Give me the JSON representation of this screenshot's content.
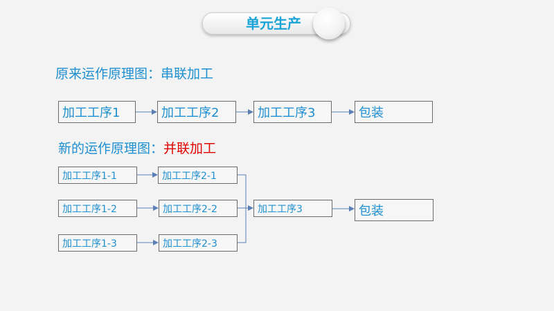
{
  "title": "单元生产",
  "serial": {
    "heading": "原来运作原理图：",
    "heading_accent": "串联加工",
    "steps": [
      "加工工序1",
      "加工工序2",
      "加工工序3",
      "包装"
    ]
  },
  "parallel": {
    "heading": "新的运作原理图：",
    "heading_accent": "并联加工",
    "stage1": [
      "加工工序1-1",
      "加工工序1-2",
      "加工工序1-3"
    ],
    "stage2": [
      "加工工序2-1",
      "加工工序2-2",
      "加工工序2-3"
    ],
    "stage3": "加工工序3",
    "final": "包装"
  },
  "colors": {
    "text_blue": "#1e8fd0",
    "title_blue": "#1aa3d6",
    "accent_red": "#e10000",
    "arrow": "#5b7fb5"
  }
}
